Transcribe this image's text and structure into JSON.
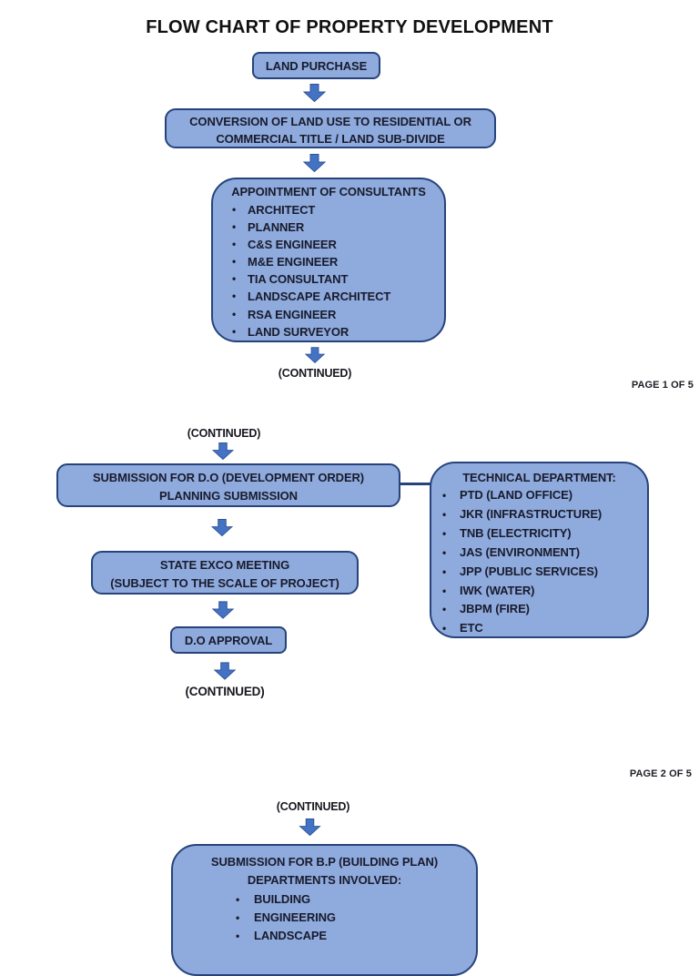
{
  "colors": {
    "box_fill": "#8faadc",
    "box_border": "#26437c",
    "arrow_fill": "#4472c4",
    "arrow_border": "#2f5496",
    "text": "#181b2d"
  },
  "page1": {
    "title": "FLOW CHART OF PROPERTY DEVELOPMENT",
    "land_purchase": "LAND PURCHASE",
    "conversion_line1": "CONVERSION OF LAND USE TO RESIDENTIAL OR",
    "conversion_line2": "COMMERCIAL TITLE / LAND SUB-DIVIDE",
    "consultants": {
      "heading": "APPOINTMENT OF CONSULTANTS",
      "items": [
        "ARCHITECT",
        "PLANNER",
        "C&S ENGINEER",
        "M&E ENGINEER",
        "TIA CONSULTANT",
        "LANDSCAPE ARCHITECT",
        "RSA ENGINEER",
        "LAND SURVEYOR"
      ]
    },
    "continued": "(CONTINUED)",
    "page_label": "PAGE 1 OF 5"
  },
  "page2": {
    "continued_top": "(CONTINUED)",
    "submission_line1": "SUBMISSION FOR D.O (DEVELOPMENT ORDER)",
    "submission_line2": "PLANNING SUBMISSION",
    "technical": {
      "heading": "TECHNICAL DEPARTMENT:",
      "items": [
        "PTD (LAND OFFICE)",
        "JKR (INFRASTRUCTURE)",
        "TNB (ELECTRICITY)",
        "JAS (ENVIRONMENT)",
        "JPP (PUBLIC SERVICES)",
        "IWK (WATER)",
        "JBPM (FIRE)",
        "ETC"
      ]
    },
    "exco_line1": "STATE EXCO MEETING",
    "exco_line2": "(SUBJECT TO THE SCALE OF PROJECT)",
    "do_approval": "D.O APPROVAL",
    "continued_bottom": "(CONTINUED)",
    "page_label": "PAGE 2 OF 5"
  },
  "page3": {
    "continued_top": "(CONTINUED)",
    "bp": {
      "line1": "SUBMISSION FOR B.P (BUILDING PLAN)",
      "line2": "DEPARTMENTS INVOLVED:",
      "items": [
        "BUILDING",
        "ENGINEERING",
        "LANDSCAPE"
      ]
    }
  }
}
